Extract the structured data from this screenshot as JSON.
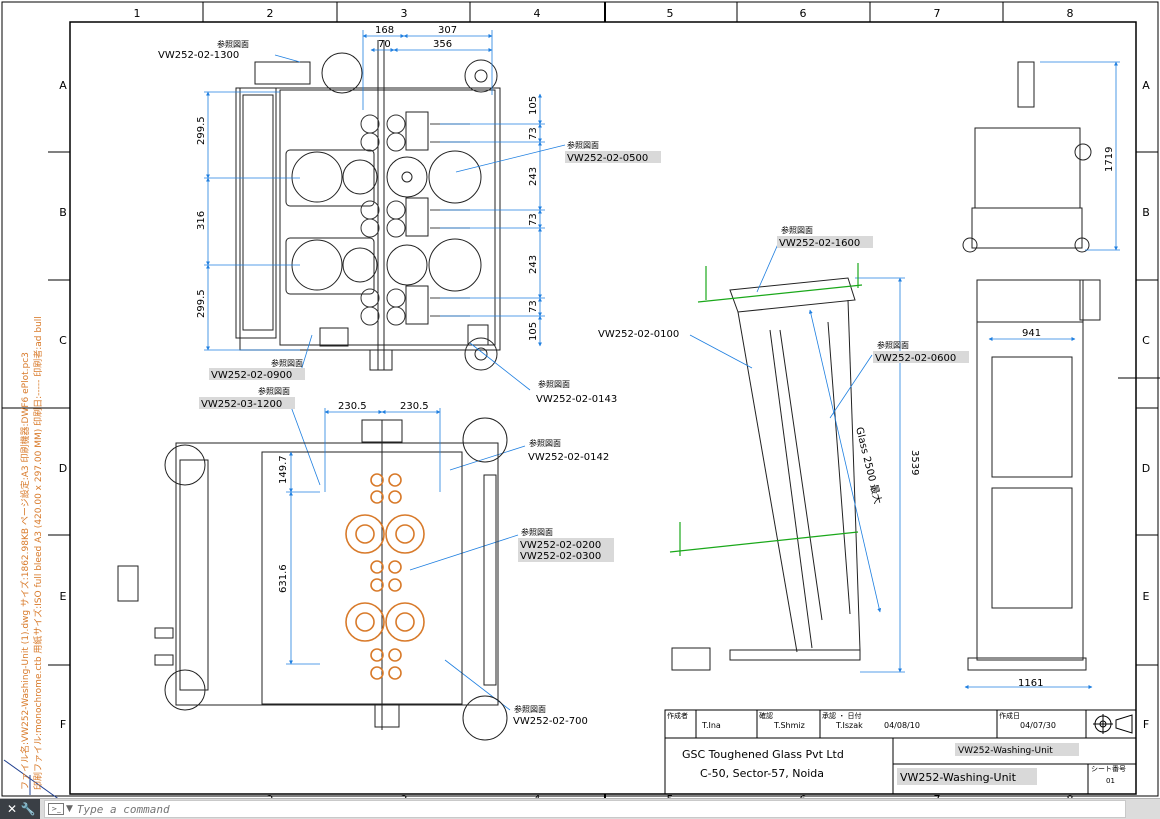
{
  "grid": {
    "columns": [
      "1",
      "2",
      "3",
      "4",
      "5",
      "6",
      "7",
      "8"
    ],
    "rows": [
      "A",
      "B",
      "C",
      "D",
      "E",
      "F"
    ]
  },
  "title_block": {
    "author_label": "作成者",
    "author": "T.Ina",
    "checked_label": "確認",
    "checked": "T.Shmiz",
    "approved_label": "承認 ・ 日付",
    "approved": "T.Iszak",
    "approved_date": "04/08/10",
    "created_label": "作成日",
    "created_date": "04/07/30",
    "company_line1": "GSC Toughened Glass Pvt Ltd",
    "company_line2": "C-50, Sector-57, Noida",
    "drawing_title": "VW252-Washing-Unit",
    "drawing_name": "VW252-Washing-Unit",
    "sheet_label": "シート番号",
    "sheet_no": "01"
  },
  "refs": {
    "label": "参照図面",
    "r1300": "VW252-02-1300",
    "r0500": "VW252-02-0500",
    "r0900": "VW252-02-0900",
    "r0143": "VW252-02-0143",
    "r1200": "VW252-03-1200",
    "r0142": "VW252-02-0142",
    "r0200": "VW252-02-0200",
    "r0300": "VW252-02-0300",
    "r700": "VW252-02-700",
    "r1600": "VW252-02-1600",
    "r0100": "VW252-02-0100",
    "r0600": "VW252-02-0600"
  },
  "dims": {
    "d168": "168",
    "d307": "307",
    "d70": "70",
    "d356": "356",
    "d105a": "105",
    "d73a": "73",
    "d243a": "243",
    "d73b": "73",
    "d243b": "243",
    "d73c": "73",
    "d105b": "105",
    "d2995a": "299.5",
    "d316": "316",
    "d2995b": "299.5",
    "d2305a": "230.5",
    "d2305b": "230.5",
    "d1497": "149.7",
    "d6316": "631.6",
    "d3539": "3539",
    "glass": "Glass 2500 最大",
    "d1719": "1719",
    "d941": "941",
    "d1161": "1161"
  },
  "sidebar": {
    "line1": "ファイル名:VW252-Washing-Unit (1).dwg    サイズ:1862.98KB    ページ設定:A3    印刷機器:DWF6 ePlot.pc3",
    "line2": "印刷ファイル:monochrome.ctb    用紙サイズ:ISO full bleed A3 (420.00 x 297.00 MM)    印刷日:-----    印刷者:ad bull"
  },
  "command": {
    "placeholder": "Type a command",
    "close_glyph": "✕",
    "wrench_glyph": "🔧"
  },
  "colors": {
    "dimension": "#1f7fe0",
    "line": "#000000",
    "highlight": "#d87a2a",
    "green": "#1aa81a",
    "ref_box": "#d9d9d9"
  }
}
